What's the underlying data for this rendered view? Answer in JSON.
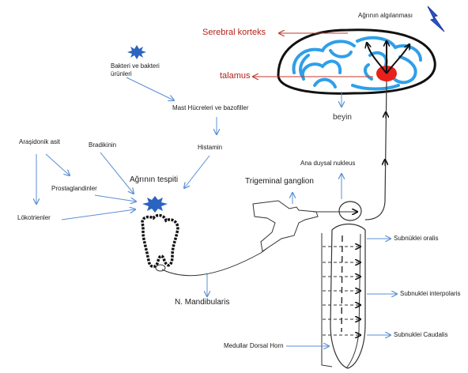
{
  "labels": {
    "perception": "Ağrının algılanması",
    "cerebral_cortex": "Serebral korteks",
    "thalamus": "talamus",
    "brain": "beyin",
    "bacteria": "Bakteri ve bakteri ürünleri",
    "mast_cells": "Mast Hücreleri ve bazofiller",
    "bradykinin": "Bradikinin",
    "histamine": "Histamin",
    "arachidonic_acid": "Araşidonik asit",
    "prostaglandins": "Prostaglandinler",
    "leukotrienes": "Lökotrienler",
    "pain_detection": "Ağrının tespiti",
    "trigeminal_ganglion": "Trigeminal ganglion",
    "main_sensory_nucleus": "Ana duysal nukleus",
    "subnucleus_oralis": "Subnüklei oralis",
    "subnucleus_interpolaris": "Subnuklei interpolaris",
    "subnucleus_caudalis": "Subnuklei Caudalis",
    "mandibular_nerve": "N. Mandibularis",
    "medullary_dorsal_horn": "Medullar Dorsal Horn"
  },
  "colors": {
    "red_arrow": "#c0392b",
    "blue_arrow": "#5b8fd4",
    "brain_blue": "#2f9fe8",
    "thalamus_red": "#e8201c",
    "star_blue": "#2b63c0",
    "lightning_blue": "#2a55c8",
    "line": "#333333"
  },
  "icons": {
    "star": "starburst-icon",
    "lightning": "lightning-icon",
    "tooth": "tooth-icon"
  }
}
